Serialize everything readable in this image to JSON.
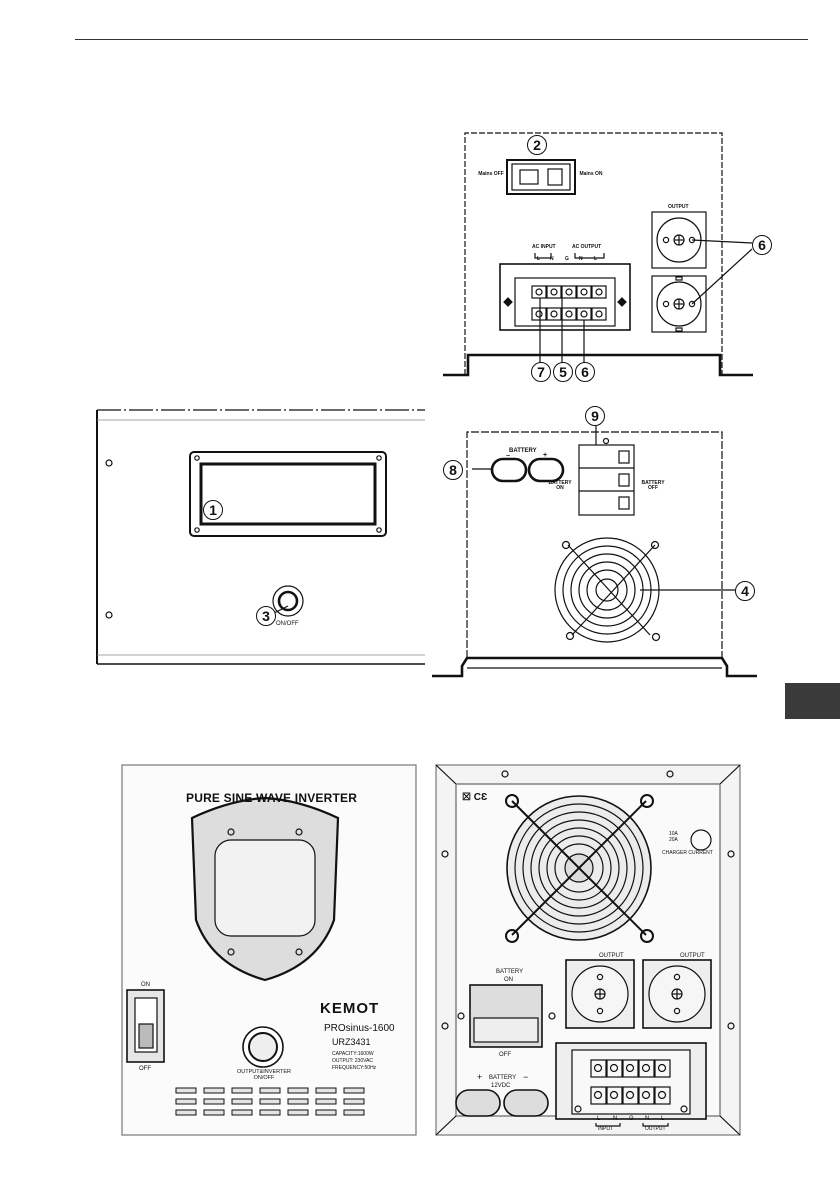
{
  "callouts": {
    "c1": "1",
    "c2": "2",
    "c3": "3",
    "c4": "4",
    "c5": "5",
    "c6a": "6",
    "c6b": "6",
    "c7": "7",
    "c8": "8",
    "c9": "9"
  },
  "top_panel": {
    "mains_off": "Mains OFF",
    "mains_on": "Mains ON",
    "output": "OUTPUT",
    "ac_input": "AC INPUT",
    "ac_output": "AC OUTPUT",
    "terminals": [
      "L",
      "N",
      "G",
      "N",
      "L"
    ]
  },
  "front_panel": {
    "on_off": "ON/OFF"
  },
  "rear_panel": {
    "battery": "BATTERY",
    "battery_on": "BATTERY ON",
    "battery_off": "BATTERY OFF",
    "minus": "−",
    "plus": "+"
  },
  "photo_front": {
    "title": "PURE SINE WAVE INVERTER",
    "switch_on": "ON",
    "switch_off": "OFF",
    "button_label": "OUTPUT&INVERTER ON/OFF",
    "brand": "KEMOT",
    "model": "PROsinus-1600",
    "code": "URZ3431",
    "capacity": "CAPACITY:1600W",
    "output": "OUTPUT: 230VAC",
    "frequency": "FREQUENCY:50Hz"
  },
  "photo_rear": {
    "charger_10a": "10A",
    "charger_20a": "20A",
    "charger_current": "CHARGER CURRENT",
    "output_left": "OUTPUT",
    "output_right": "OUTPUT",
    "battery_on_1": "BATTERY",
    "battery_on_2": "ON",
    "off": "OFF",
    "battery_dc_1": "BATTERY",
    "battery_dc_2": "12VDC",
    "plus": "+",
    "minus": "−",
    "terminals": [
      "L",
      "N",
      "G",
      "N",
      "L"
    ],
    "input": "INPUT",
    "output_t": "OUTPUT"
  },
  "colors": {
    "tab": "#3a3a3a"
  }
}
